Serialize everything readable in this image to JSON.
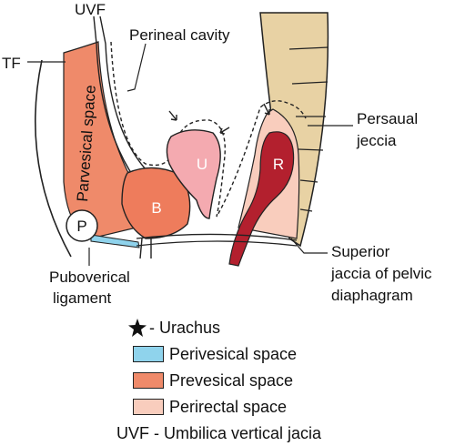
{
  "labels": {
    "uvf": "UVF",
    "tf": "TF",
    "perineal_cavity": "Perineal cavity",
    "parvesical_space": "Parvesical space",
    "persaual_jeccia_line1": "Persaual",
    "persaual_jeccia_line2": "jeccia",
    "puboverical_line1": "Puboverical",
    "puboverical_line2": "ligament",
    "superior_line1": "Superior",
    "superior_line2": "jaccia of pelvic",
    "superior_line3": "diaphagram",
    "organ_p": "P",
    "organ_b": "B",
    "organ_u": "U",
    "organ_r": "R"
  },
  "legend": {
    "urachus": "- Urachus",
    "perivesical": "Perivesical space",
    "prevesical": "Prevesical space",
    "perirectal": "Perirectal space",
    "uvf_def": "UVF - Umbilica vertical jacia"
  },
  "colors": {
    "perivesical": "#8fd3ec",
    "prevesical": "#ef8a6a",
    "perirectal": "#f9cdbd",
    "bladder": "#ee7c5c",
    "uterus": "#f4aab0",
    "rectum": "#b3202e",
    "sacrum": "#e8d2a4"
  },
  "icons": {
    "urachus": "star-icon"
  }
}
